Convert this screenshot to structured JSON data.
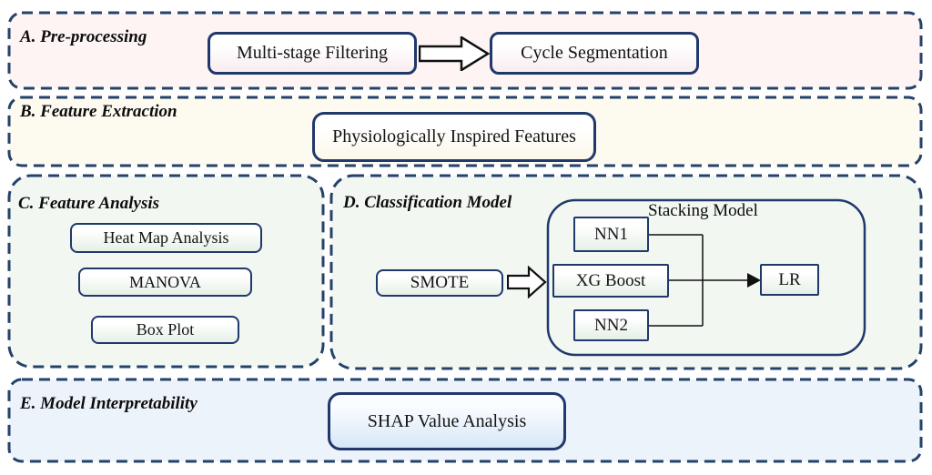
{
  "figure": {
    "type": "pipeline-flow-diagram",
    "sections": {
      "a": {
        "title": "A. Pre-processing",
        "boxes": {
          "filtering": "Multi-stage Filtering",
          "segmentation": "Cycle Segmentation"
        }
      },
      "b": {
        "title": "B. Feature Extraction",
        "boxes": {
          "features": "Physiologically Inspired Features"
        }
      },
      "c": {
        "title": "C. Feature Analysis",
        "boxes": {
          "heatmap": "Heat Map Analysis",
          "manova": "MANOVA",
          "boxplot": "Box Plot"
        }
      },
      "d": {
        "title": "D. Classification Model",
        "stacking_label": "Stacking Model",
        "boxes": {
          "smote": "SMOTE",
          "nn1": "NN1",
          "xgboost": "XG Boost",
          "nn2": "NN2",
          "lr": "LR"
        }
      },
      "e": {
        "title": "E. Model Interpretability",
        "boxes": {
          "shap": "SHAP Value Analysis"
        }
      }
    },
    "colors": {
      "dashed_border_navy": "#24426b",
      "solid_border_navy": "#20386b",
      "section_a_bg": "#fdf4f3",
      "section_b_bg": "#fdfaf0",
      "section_c_bg": "#f2f7f2",
      "section_d_bg": "#f2f7f2",
      "section_e_bg": "#edf3fb",
      "connector_black": "#111111"
    }
  }
}
